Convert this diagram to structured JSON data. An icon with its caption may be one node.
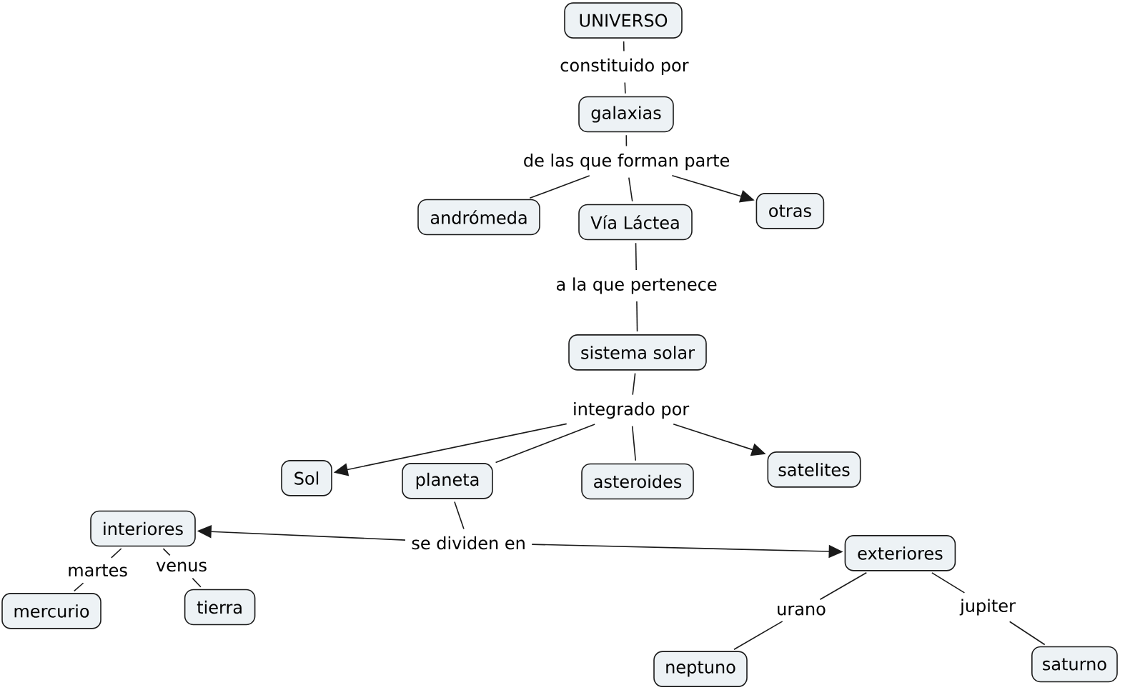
{
  "diagram": {
    "nodes": [
      {
        "text": [
          "UNIVERSO"
        ]
      },
      {
        "text": [
          "constituido por"
        ]
      },
      {
        "text": [
          "galaxias"
        ]
      },
      {
        "text": [
          "de las que forman parte"
        ]
      },
      {
        "text": [
          "andrómeda"
        ]
      },
      {
        "text": [
          "Vía Láctea"
        ]
      },
      {
        "text": [
          "otras"
        ]
      },
      {
        "text": [
          "a la que pertenece"
        ]
      },
      {
        "text": [
          "sistema solar"
        ]
      },
      {
        "text": [
          "integrado por"
        ]
      },
      {
        "text": [
          "Sol"
        ]
      },
      {
        "text": [
          "planeta"
        ]
      },
      {
        "text": [
          "asteroides"
        ]
      },
      {
        "text": [
          "satelites"
        ]
      },
      {
        "text": [
          "interiores"
        ]
      },
      {
        "text": [
          "se dividen en"
        ]
      },
      {
        "text": [
          "exteriores"
        ]
      },
      {
        "text": [
          "martes"
        ]
      },
      {
        "text": [
          "venus"
        ]
      },
      {
        "text": [
          "mercurio"
        ]
      },
      {
        "text": [
          "tierra"
        ]
      },
      {
        "text": [
          "urano"
        ]
      },
      {
        "text": [
          "jupiter"
        ]
      },
      {
        "text": [
          "neptuno"
        ]
      },
      {
        "text": [
          "saturno"
        ]
      }
    ],
    "edges": [
      {
        "from": 0,
        "to": 1,
        "arrow": "none"
      },
      {
        "from": 1,
        "to": 2,
        "arrow": "none"
      },
      {
        "from": 2,
        "to": 3,
        "arrow": "none"
      },
      {
        "from": 3,
        "to": 4,
        "arrow": "none"
      },
      {
        "from": 3,
        "to": 5,
        "arrow": "none"
      },
      {
        "from": 3,
        "to": 6,
        "arrow": "to"
      },
      {
        "from": 5,
        "to": 7,
        "arrow": "none"
      },
      {
        "from": 7,
        "to": 8,
        "arrow": "none"
      },
      {
        "from": 8,
        "to": 9,
        "arrow": "none"
      },
      {
        "from": 9,
        "to": 10,
        "arrow": "to"
      },
      {
        "from": 9,
        "to": 11,
        "arrow": "none"
      },
      {
        "from": 9,
        "to": 12,
        "arrow": "none"
      },
      {
        "from": 9,
        "to": 13,
        "arrow": "to"
      },
      {
        "from": 11,
        "to": 15,
        "arrow": "none"
      },
      {
        "from": 15,
        "to": 14,
        "arrow": "to"
      },
      {
        "from": 15,
        "to": 16,
        "arrow": "to"
      },
      {
        "from": 14,
        "to": 17,
        "arrow": "none"
      },
      {
        "from": 17,
        "to": 19,
        "arrow": "none"
      },
      {
        "from": 14,
        "to": 18,
        "arrow": "none"
      },
      {
        "from": 18,
        "to": 20,
        "arrow": "none"
      },
      {
        "from": 16,
        "to": 21,
        "arrow": "none"
      },
      {
        "from": 21,
        "to": 23,
        "arrow": "none"
      },
      {
        "from": 16,
        "to": 22,
        "arrow": "none"
      },
      {
        "from": 22,
        "to": 24,
        "arrow": "none"
      }
    ]
  }
}
